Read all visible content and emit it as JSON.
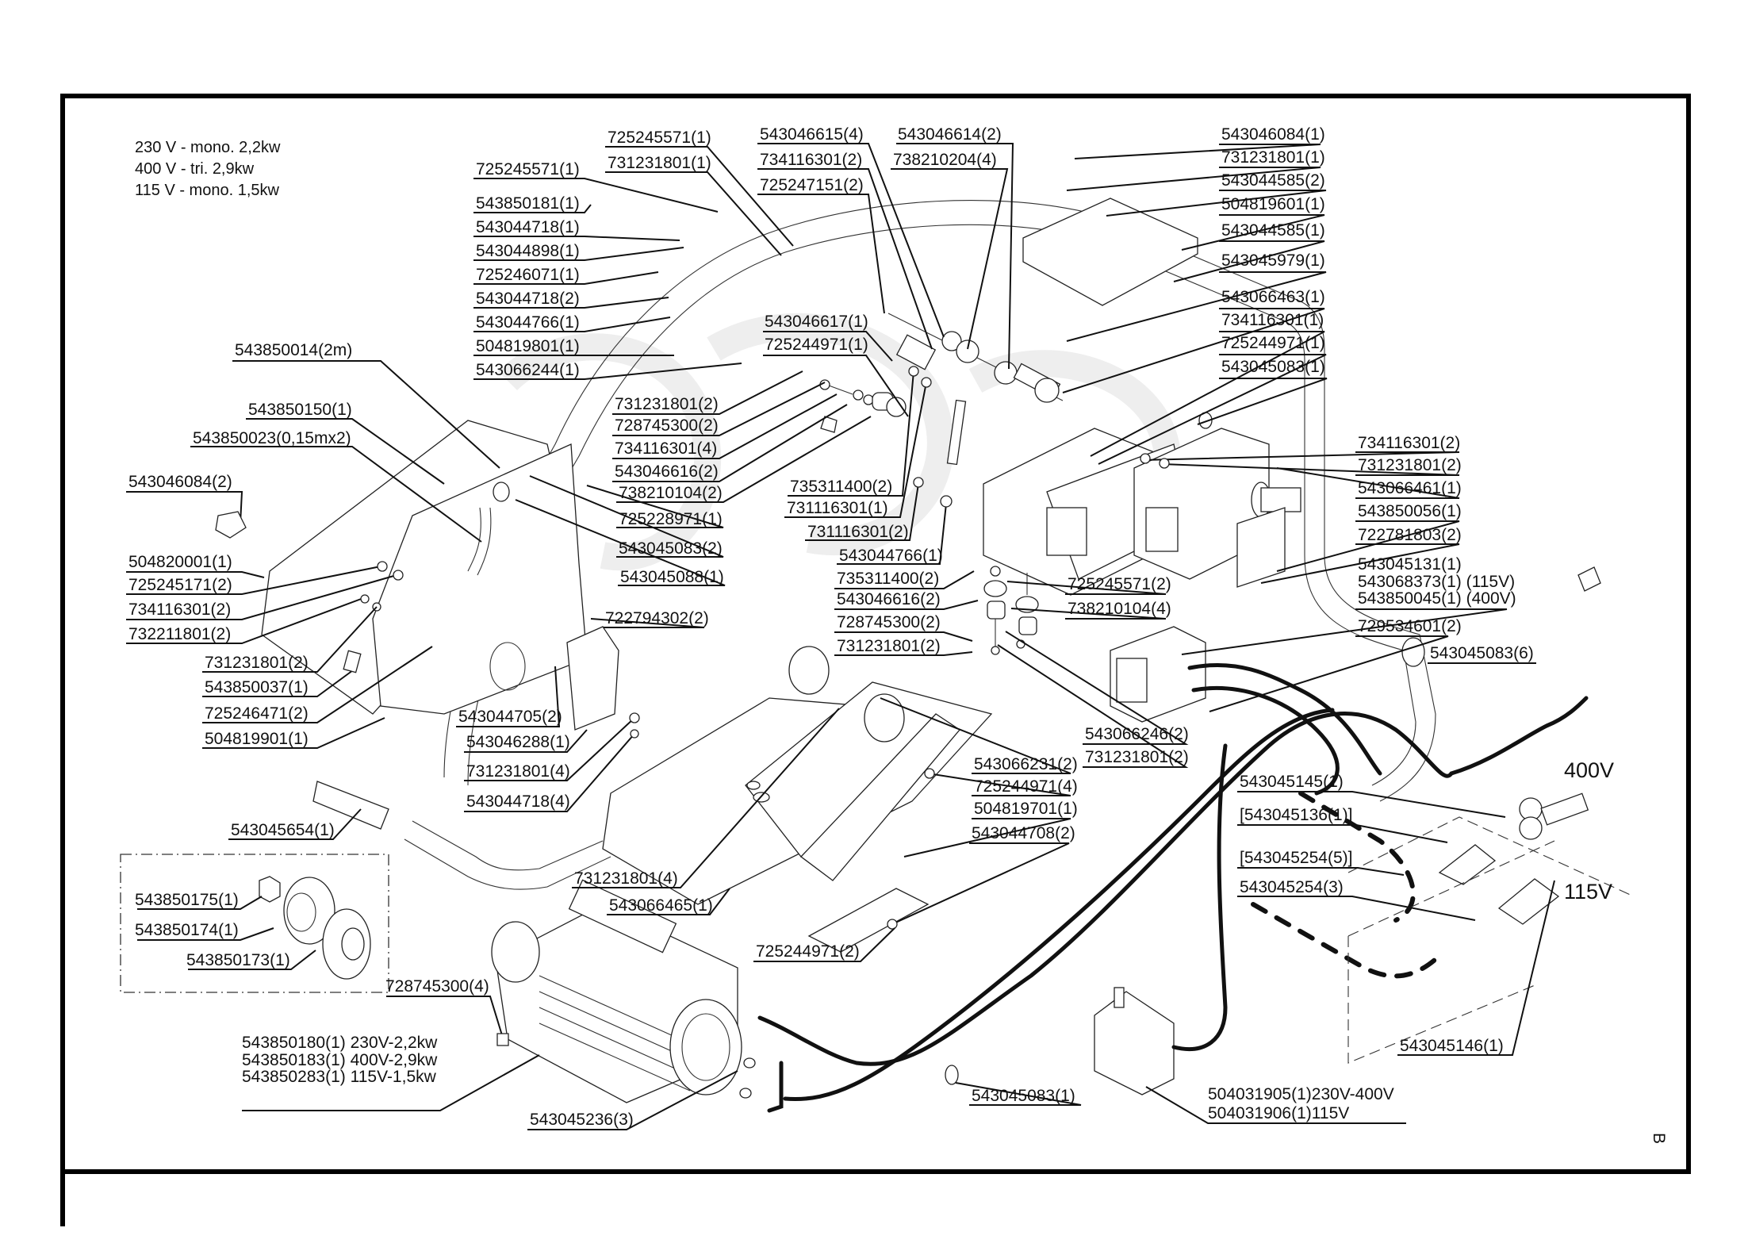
{
  "page": {
    "sheet_mark": "B",
    "specs": [
      "230 V - mono. 2,2kw",
      "400 V - tri. 2,9kw",
      "115 V - mono. 1,5kw"
    ],
    "voltage_markers": [
      "400V",
      "115V"
    ]
  },
  "labels": {
    "top_left_column": [
      "725245571(1)",
      "543850181(1)",
      "543044718(1)",
      "543044898(1)",
      "725246071(1)",
      "543044718(2)",
      "543044766(1)",
      "504819801(1)",
      "543066244(1)"
    ],
    "top_center_a": [
      "725245571(1)",
      "731231801(1)"
    ],
    "top_center_b": [
      "543046615(4)",
      "734116301(2)",
      "725247151(2)"
    ],
    "top_center_c": [
      "543046614(2)",
      "738210204(4)"
    ],
    "top_right_column": [
      "543046084(1)",
      "731231801(1)",
      "543044585(2)",
      "504819601(1)",
      "543044585(1)",
      "543045979(1)",
      "543066463(1)",
      "734116301(1)",
      "725244971(1)",
      "543045083(1)"
    ],
    "mid_shaft": [
      "543046617(1)",
      "725244971(1)"
    ],
    "left_hose": [
      "543850014(2m)",
      "543850150(1)",
      "543850023(0,15mx2)"
    ],
    "left_knob": "543046084(2)",
    "left_guard_column": [
      "504820001(1)",
      "725245171(2)",
      "734116301(2)",
      "732211801(2)"
    ],
    "left_guard_lower": [
      "731231801(2)",
      "543850037(1)",
      "725246471(2)",
      "504819901(1)"
    ],
    "center_stack": [
      "731231801(2)",
      "728745300(2)",
      "734116301(4)",
      "543046616(2)",
      "738210104(2)",
      "725228971(1)",
      "543045083(2)",
      "543045088(1)"
    ],
    "center_link": [
      "735311400(2)",
      "731116301(1)",
      "731116301(2)",
      "543044766(1)"
    ],
    "center_mount_left": [
      "735311400(2)",
      "543046616(2)",
      "728745300(2)",
      "731231801(2)"
    ],
    "center_mount_right": [
      "725245571(2)",
      "738210104(4)"
    ],
    "center_mount_lower": [
      "543066246(2)",
      "731231801(2)"
    ],
    "right_column": [
      "734116301(2)",
      "731231801(2)",
      "543066461(1)",
      "543850056(1)",
      "722781803(2)"
    ],
    "switch_group": [
      "543045131(1)",
      "543068373(1) (115V)",
      "543850045(1) (400V)"
    ],
    "switch_screw": "729534601(2)",
    "clamp_right": "543045083(6)",
    "bracket_top": "722794302(2)",
    "frame_left": [
      "543044705(2)",
      "543046288(1)",
      "731231801(4)",
      "543044718(4)"
    ],
    "bearing_group": [
      "543066231(2)",
      "725244971(4)",
      "504819701(1)",
      "543044708(2)"
    ],
    "frame_lower": [
      "731231801(4)",
      "543066465(1)"
    ],
    "handle_grip": "543045654(1)",
    "pulley_kit": [
      "543850175(1)",
      "543850174(1)",
      "543850173(1)"
    ],
    "motor_screw": "728745300(4)",
    "motor": [
      "543850180(1) 230V-2,2kw",
      "543850183(1) 400V-2,9kw",
      "543850283(1) 115V-1,5kw"
    ],
    "motor_terminal": "543045236(3)",
    "guard_screw": "725244971(2)",
    "hose_clamp": "543045083(1)",
    "pump": [
      "504031905(1)230V-400V",
      "504031906(1)115V"
    ],
    "plug_group": [
      "543045145(1)",
      "[543045136(1)]",
      "[543045254(5)]",
      "543045254(3)"
    ],
    "plug_115": "543045146(1)"
  }
}
